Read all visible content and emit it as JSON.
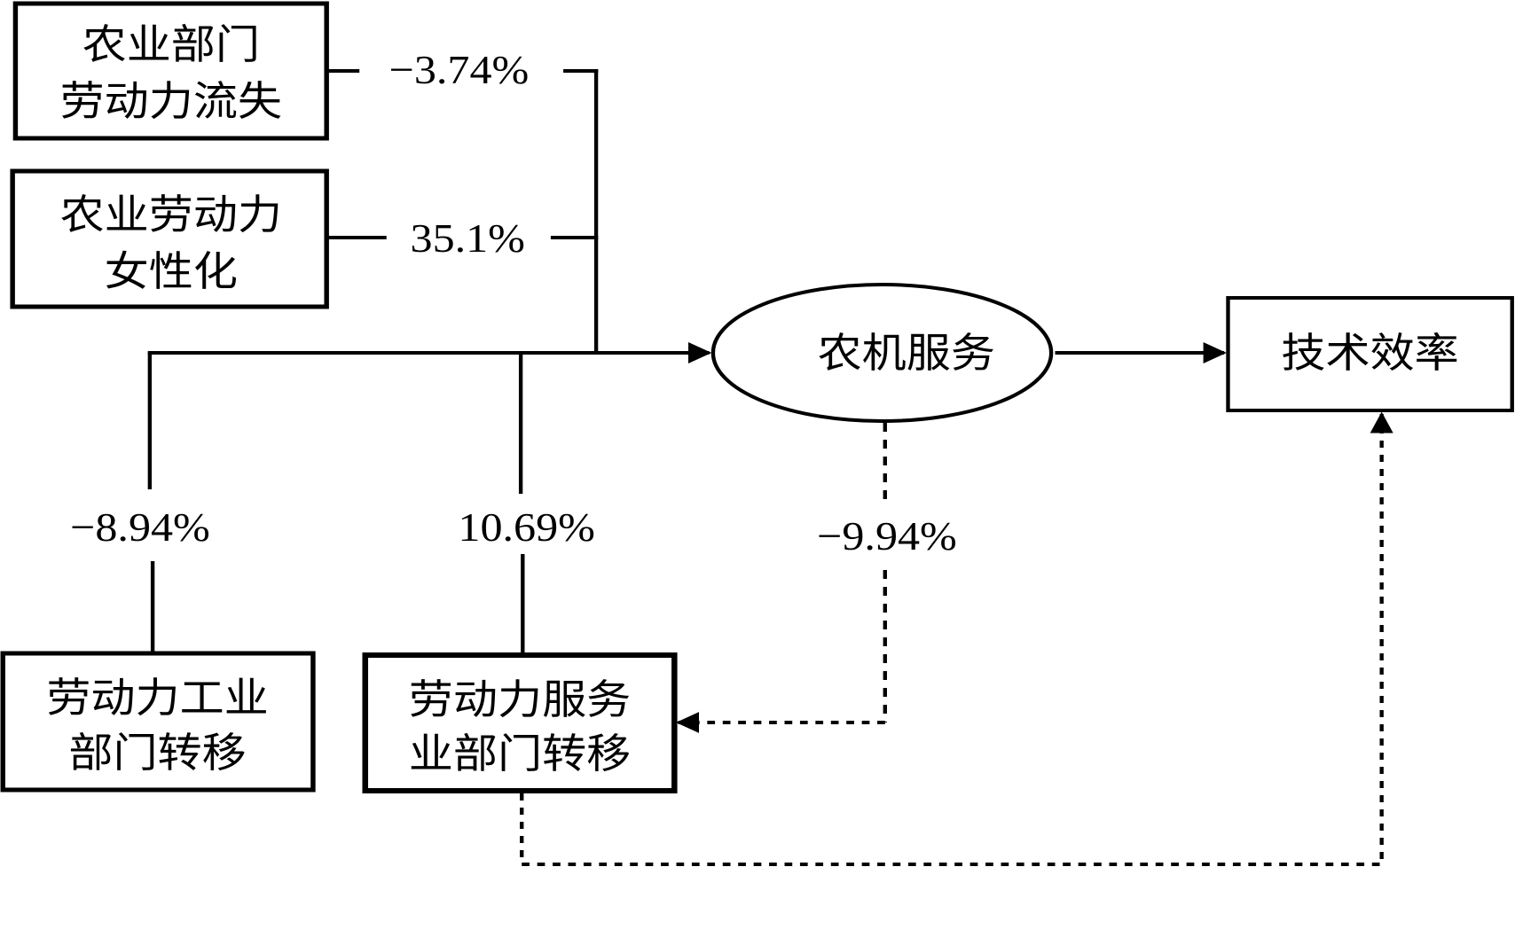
{
  "diagram": {
    "title": "",
    "colors": {
      "line": "#000000",
      "background": "#ffffff"
    },
    "nodes": {
      "ag_labor_loss": {
        "lines": [
          "农业部门",
          "劳动力流失"
        ]
      },
      "ag_labor_fem": {
        "lines": [
          "农业劳动力",
          "女性化"
        ]
      },
      "industry_transfer": {
        "lines": [
          "劳动力工业",
          "部门转移"
        ]
      },
      "service_transfer": {
        "lines": [
          "劳动力服务",
          "业部门转移"
        ]
      },
      "ag_machinery": {
        "label": "农机服务"
      },
      "tech_efficiency": {
        "label": "技术效率"
      }
    },
    "edges": {
      "ag_labor_loss_to_machinery": {
        "value": "−3.74%",
        "style": "solid"
      },
      "ag_labor_fem_to_machinery": {
        "value": "35.1%",
        "style": "solid"
      },
      "industry_transfer_to_machinery": {
        "value": "−8.94%",
        "style": "solid"
      },
      "service_transfer_to_machinery": {
        "value": "10.69%",
        "style": "solid"
      },
      "machinery_to_service_transfer": {
        "value": "−9.94%",
        "style": "dashed"
      },
      "machinery_to_tech_efficiency": {
        "value": "",
        "style": "solid"
      },
      "service_transfer_to_tech_efficiency": {
        "value": "",
        "style": "dashed"
      }
    }
  }
}
